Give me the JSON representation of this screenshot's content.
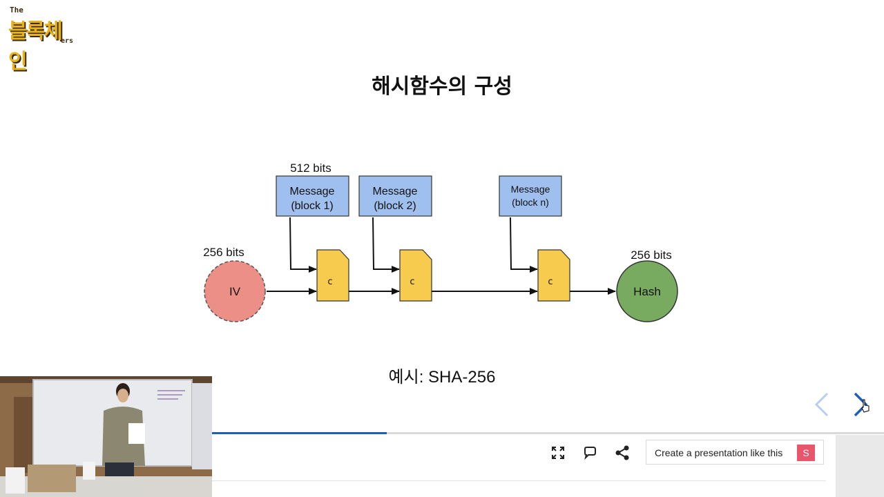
{
  "logo": {
    "the": "The",
    "main": "블록체인",
    "ers": "ers"
  },
  "slide": {
    "title": "해시함수의 구성",
    "caption": "예시: SHA-256"
  },
  "diagram": {
    "message_bits_label": "512 bits",
    "iv_bits_label": "256 bits",
    "hash_bits_label": "256 bits",
    "messages": [
      {
        "line1": "Message",
        "line2": "(block 1)"
      },
      {
        "line1": "Message",
        "line2": "(block 2)"
      },
      {
        "line1": "Message",
        "line2": "(block n)"
      }
    ],
    "compress_label": "c",
    "iv_label": "IV",
    "hash_label": "Hash",
    "colors": {
      "message_fill": "#9fbfef",
      "compress_fill": "#f7cb4d",
      "iv_fill": "#ec8f86",
      "hash_fill": "#78ab5f"
    }
  },
  "toolbar": {
    "cta_label": "Create a presentation like this",
    "cta_badge": "S",
    "icons": [
      "fullscreen-icon",
      "comment-icon",
      "share-icon"
    ]
  },
  "navigation": {
    "prev": "chevron-left-icon",
    "next": "chevron-right-icon"
  },
  "progress": {
    "fraction": 0.26
  },
  "colors": {
    "accent": "#1e5db8",
    "nav_disabled": "#b9cdee"
  }
}
